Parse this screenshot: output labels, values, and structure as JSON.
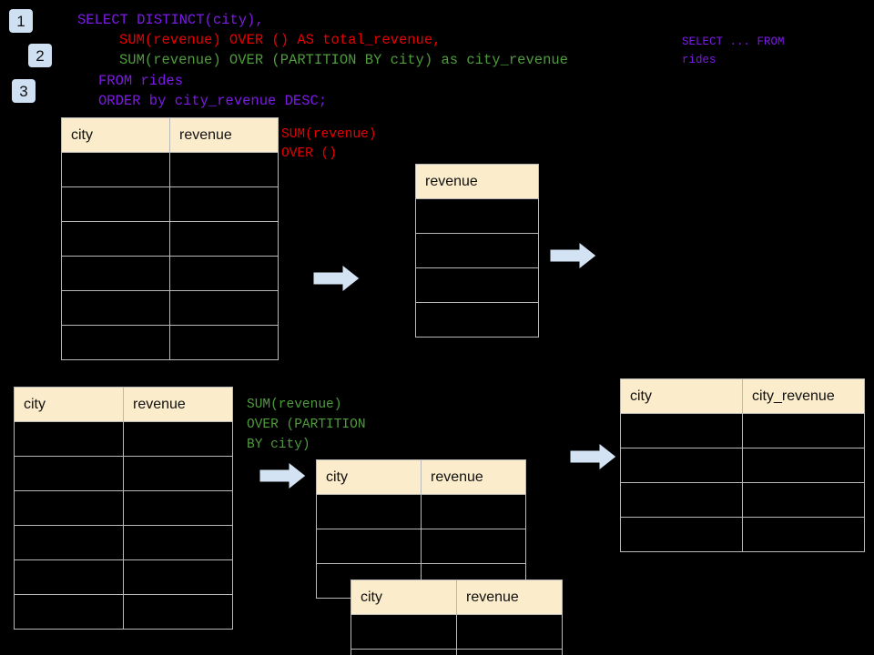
{
  "badges": [
    {
      "label": "1"
    },
    {
      "label": "2"
    },
    {
      "label": "3"
    }
  ],
  "sql": {
    "line1": "SELECT DISTINCT(city),",
    "line2": "SUM(revenue) OVER () AS total_revenue,",
    "line3": "SUM(revenue) OVER (PARTITION BY city) as city_revenue",
    "line4": "FROM rides",
    "line5": "ORDER by city_revenue DESC;"
  },
  "side_note": {
    "line1": "SELECT ... FROM",
    "line2": "rides"
  },
  "annotations": {
    "total_revenue": {
      "line1": "SUM(revenue)",
      "line2": "OVER ()"
    },
    "city_revenue": {
      "line1": "SUM(revenue)",
      "line2": "OVER (PARTITION",
      "line3": "BY city)"
    }
  },
  "tables": {
    "rides_top": {
      "headers": [
        "city",
        "revenue"
      ],
      "row_count": 6
    },
    "total_revenue": {
      "headers": [
        "revenue"
      ],
      "row_count": 4
    },
    "rides_bottom": {
      "headers": [
        "city",
        "revenue"
      ],
      "row_count": 6
    },
    "partition_a": {
      "headers": [
        "city",
        "revenue"
      ],
      "row_count": 3
    },
    "partition_b": {
      "headers": [
        "city",
        "revenue"
      ],
      "row_count": 2
    },
    "result": {
      "headers": [
        "city",
        "city_revenue"
      ],
      "row_count": 4
    }
  },
  "arrows": [
    {
      "name": "arrow-rides-to-total"
    },
    {
      "name": "arrow-total-to-result"
    },
    {
      "name": "arrow-rides-to-partition"
    },
    {
      "name": "arrow-partition-to-result"
    }
  ],
  "colors": {
    "background": "#000000",
    "header_fill": "#fbeccb",
    "grid_line": "#b9b9b9",
    "badge_fill": "#cfe0f2",
    "arrow_fill": "#d3e3f3",
    "arrow_stroke": "#000000",
    "keyword_purple": "#7d1ae6",
    "keyword_red": "#e80000",
    "keyword_green": "#4f9b3d"
  }
}
